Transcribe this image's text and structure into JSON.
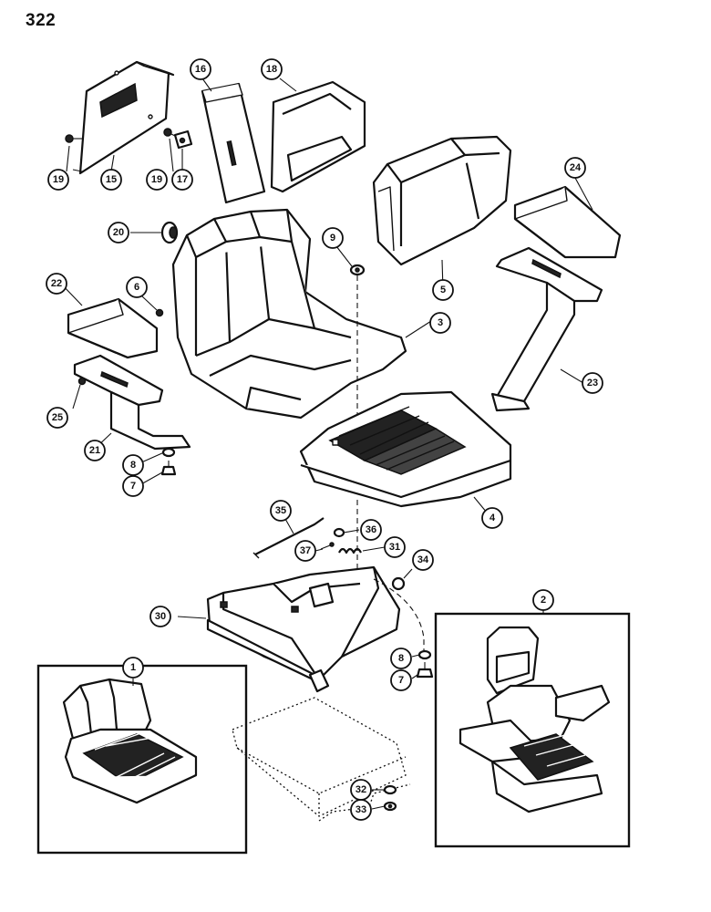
{
  "page": {
    "number": "322"
  },
  "callouts": {
    "c1": "1",
    "c2": "2",
    "c3": "3",
    "c4": "4",
    "c5": "5",
    "c6": "6",
    "c7a": "7",
    "c7b": "7",
    "c8a": "8",
    "c8b": "8",
    "c9": "9",
    "c15": "15",
    "c16": "16",
    "c17": "17",
    "c18": "18",
    "c19a": "19",
    "c19b": "19",
    "c20": "20",
    "c21": "21",
    "c22": "22",
    "c23": "23",
    "c24": "24",
    "c25": "25",
    "c30": "30",
    "c31": "31",
    "c32": "32",
    "c33": "33",
    "c34": "34",
    "c35": "35",
    "c36": "36",
    "c37": "37"
  }
}
